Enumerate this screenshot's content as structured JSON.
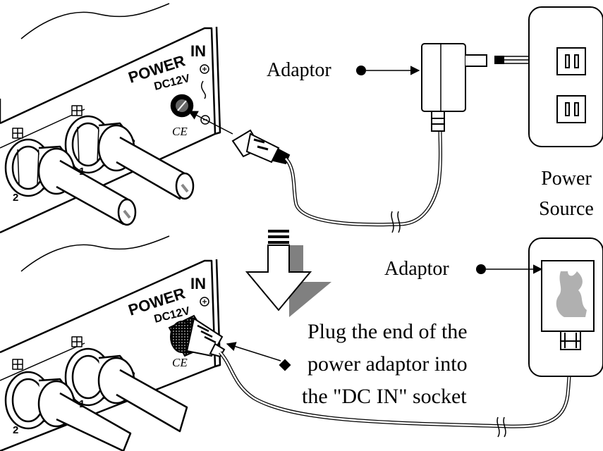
{
  "labels": {
    "adaptor_top": "Adaptor",
    "adaptor_bottom": "Adaptor",
    "power_source_line1": "Power",
    "power_source_line2": "Source",
    "instruction_line1": "Plug the end of the",
    "instruction_line2": "power adaptor into",
    "instruction_line3": "the \"DC IN\" socket"
  },
  "device_top": {
    "power_label": "POWER",
    "in_label": "IN",
    "dc_label": "DC12V",
    "ce_mark": "CE",
    "port_1": "1",
    "port_2": "2"
  },
  "device_bottom": {
    "power_label": "POWER",
    "in_label": "IN",
    "dc_label": "DC12V",
    "ce_mark": "CE",
    "port_1": "1",
    "port_2": "2"
  },
  "colors": {
    "ink": "#000000",
    "shadow": "#808080",
    "paper": "#ffffff"
  }
}
